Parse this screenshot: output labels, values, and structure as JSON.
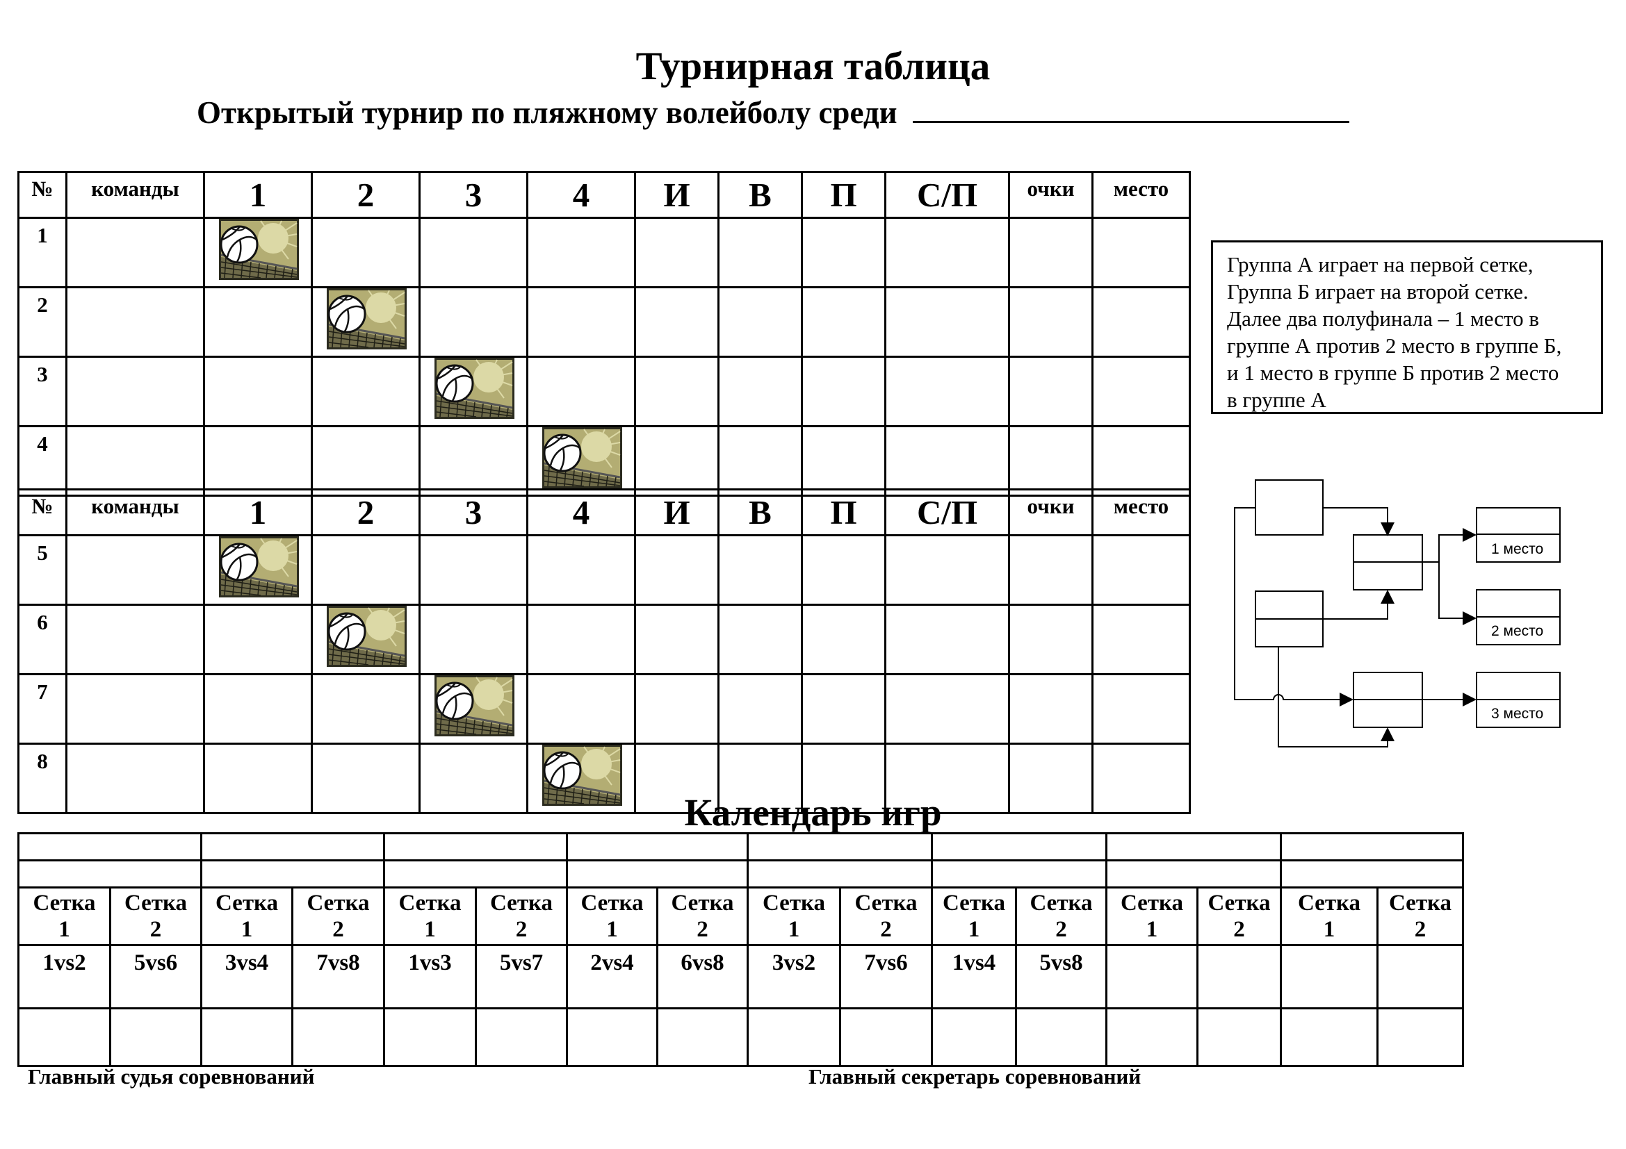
{
  "title": "Турнирная таблица",
  "subtitle": "Открытый турнир по пляжному волейболу среди",
  "group_table": {
    "headers": [
      "№",
      "команды",
      "1",
      "2",
      "3",
      "4",
      "И",
      "В",
      "П",
      "С/П",
      "очки",
      "место"
    ],
    "group_a_rows": [
      "1",
      "2",
      "3",
      "4"
    ],
    "group_b_rows": [
      "5",
      "6",
      "7",
      "8"
    ]
  },
  "info_box": [
    "Группа А играет на первой сетке,",
    "Группа Б играет на второй сетке.",
    "Далее два полуфинала – 1 место в",
    "группе А против 2 место в группе Б,",
    "и 1 место в группе Б против 2 место",
    "в группе А"
  ],
  "bracket": {
    "places": [
      "1 место",
      "2 место",
      "3 место"
    ]
  },
  "calendar": {
    "title": "Календарь игр",
    "net_labels": [
      [
        "Сетка",
        "1"
      ],
      [
        "Сетка",
        "2"
      ],
      [
        "Сетка",
        "1"
      ],
      [
        "Сетка",
        "2"
      ],
      [
        "Сетка",
        "1"
      ],
      [
        "Сетка",
        "2"
      ],
      [
        "Сетка",
        "1"
      ],
      [
        "Сетка",
        "2"
      ],
      [
        "Сетка",
        "1"
      ],
      [
        "Сетка",
        "2"
      ],
      [
        "Сетка",
        "1"
      ],
      [
        "Сетка",
        "2"
      ],
      [
        "Сетка",
        "1"
      ],
      [
        "Сетка",
        "2"
      ],
      [
        "Сетка",
        "1"
      ],
      [
        "Сетка",
        "2"
      ]
    ],
    "matches": [
      "1vs2",
      "5vs6",
      "3vs4",
      "7vs8",
      "1vs3",
      "5vs7",
      "2vs4",
      "6vs8",
      "3vs2",
      "7vs6",
      "1vs4",
      "5vs8",
      "",
      "",
      "",
      ""
    ]
  },
  "signatures": {
    "judge": "Главный судья  соревнований",
    "secretary": "Главный секретарь соревнований"
  },
  "colors": {
    "ball_bg": "#b8b27a",
    "ball_sun": "#e8e6b8",
    "net": "#2a2a20",
    "ball_dark": "#3d3d2a"
  }
}
